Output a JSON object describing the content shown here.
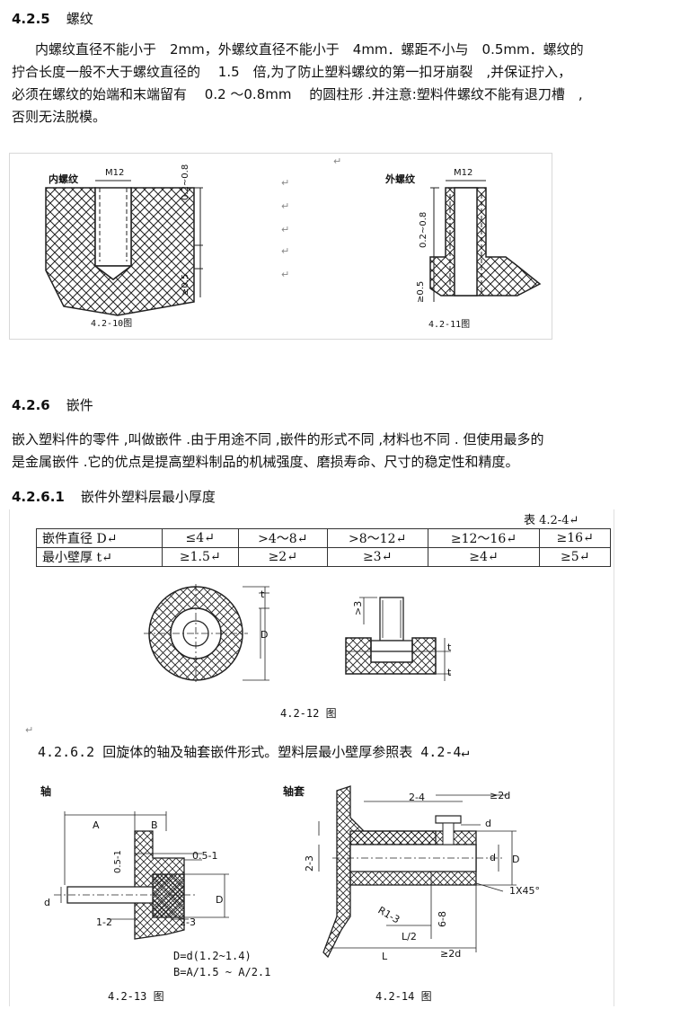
{
  "s425": {
    "number": "4.2.5",
    "title": "螺纹",
    "para_lines": [
      "内螺纹直径不能小于　2mm，外螺纹直径不能小于　4mm．螺距不小与　0.5mm．螺纹的",
      "拧合长度一般不大于螺纹直径的　 1.5　倍,为了防止塑料螺纹的第一扣牙崩裂　,并保证拧入，",
      "必须在螺纹的始端和末端留有　 0.2 ～0.8mm　 的圆柱形 .并注意:塑料件螺纹不能有退刀槽　,",
      "否则无法脱模。"
    ],
    "fig1": {
      "label_inner": "内螺纹",
      "label_m12_inner": "M12",
      "dim_inner_a": "0.2~0.8",
      "dim_inner_b": "≥0.5",
      "caption_inner": "4.2-10图",
      "label_outer": "外螺纹",
      "label_m12_outer": "M12",
      "dim_outer_a": "0.2~0.8",
      "dim_outer_b": "≥0.5",
      "caption_outer": "4.2-11图",
      "return_mark": "↵"
    }
  },
  "s426": {
    "number": "4.2.6",
    "title": "嵌件",
    "para_lines": [
      "嵌入塑料件的零件 ,叫做嵌件 .由于用途不同 ,嵌件的形式不同 ,材料也不同 . 但使用最多的",
      "是金属嵌件 .它的优点是提高塑料制品的机械强度、磨损寿命、尺寸的稳定性和精度。"
    ]
  },
  "s4261": {
    "number": "4.2.6.1",
    "title": "嵌件外塑料层最小厚度",
    "table_label": "表 4.2-4↵",
    "table": {
      "rows": [
        [
          "嵌件直径 D↵",
          "≤4↵",
          ">4～8↵",
          ">8～12↵",
          "≥12～16↵",
          "≥16↵"
        ],
        [
          "最小壁厚 t↵",
          "≥1.5↵",
          "≥2↵",
          "≥3↵",
          "≥4↵",
          "≥5↵"
        ]
      ]
    },
    "fig_labels": {
      "t": "t",
      "D": "D",
      "gt3": ">3"
    },
    "caption": "4.2-12 图"
  },
  "s4262": {
    "title_line": "4.2.6.2 回旋体的轴及轴套嵌件形式。塑料层最小壁厚参照表 4.2-4↵",
    "shaft": {
      "label": "轴",
      "A": "A",
      "B": "B",
      "d": "d",
      "D": "D",
      "dim_05_1_v": "0.5-1",
      "dim_05_1_h": "0.5-1",
      "dim_1_2": "1-2",
      "dim_2_3": "2-3",
      "formula1": "D=d(1.2~1.4)",
      "formula2": "B=A/1.5 ~ A/2.1",
      "caption": "4.2-13 图"
    },
    "sleeve": {
      "label": "轴套",
      "dim_2_4": "2-4",
      "dim_ge2d_top": "≥2d",
      "d": "d",
      "dim_2_3": "2-3",
      "phi": "d",
      "D": "D",
      "chamfer": "1X45°",
      "dim_6_8": "6-8",
      "r": "R1-3",
      "l2": "L/2",
      "L": "L",
      "dim_ge2d_bottom": "≥2d",
      "caption": "4.2-14 图"
    }
  },
  "return_mark": "↵"
}
